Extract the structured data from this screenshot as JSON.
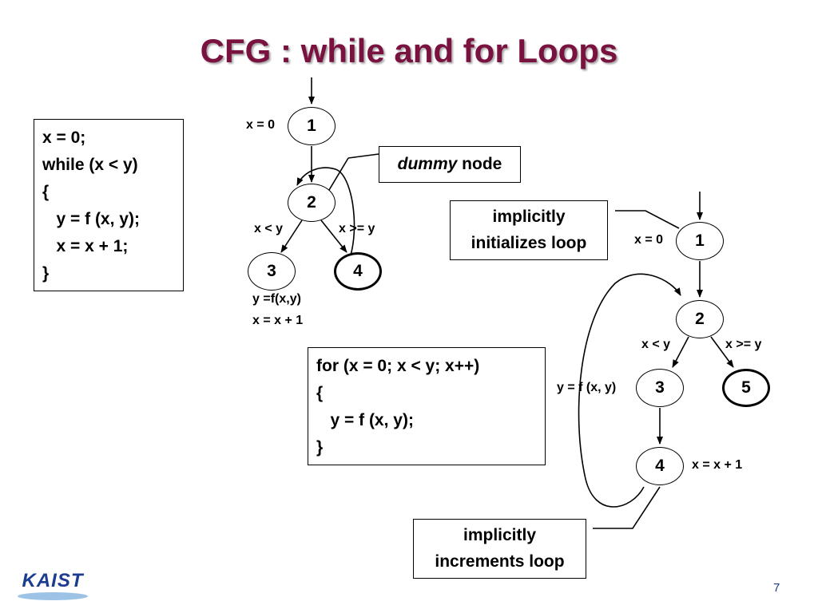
{
  "slide": {
    "title": "CFG : while and for Loops",
    "page_number": "7",
    "logo_text": "KAIST"
  },
  "while_code": {
    "lines": [
      "x = 0;",
      "while (x < y)",
      "{",
      "   y = f (x, y);",
      "   x = x + 1;",
      "}"
    ]
  },
  "for_code": {
    "lines": [
      "for (x = 0; x < y; x++)",
      "{",
      "   y = f (x, y);",
      "}"
    ]
  },
  "while_cfg": {
    "nodes": [
      "1",
      "2",
      "3",
      "4"
    ],
    "labels": {
      "init": "x = 0",
      "true_branch": "x < y",
      "false_branch": "x >= y",
      "body_line1": "y =f(x,y)",
      "body_line2": "x = x + 1"
    },
    "dummy_note": {
      "italic": "dummy",
      "rest": " node"
    }
  },
  "for_cfg": {
    "nodes": [
      "1",
      "2",
      "3",
      "4",
      "5"
    ],
    "labels": {
      "init": "x = 0",
      "true_branch": "x < y",
      "false_branch": "x >= y",
      "body": "y = f (x, y)",
      "increment": "x = x + 1"
    },
    "init_note": [
      "implicitly",
      "initializes loop"
    ],
    "incr_note": [
      "implicitly",
      "increments loop"
    ]
  },
  "colors": {
    "title": "#7a1240",
    "logo": "#1b3c8f"
  }
}
